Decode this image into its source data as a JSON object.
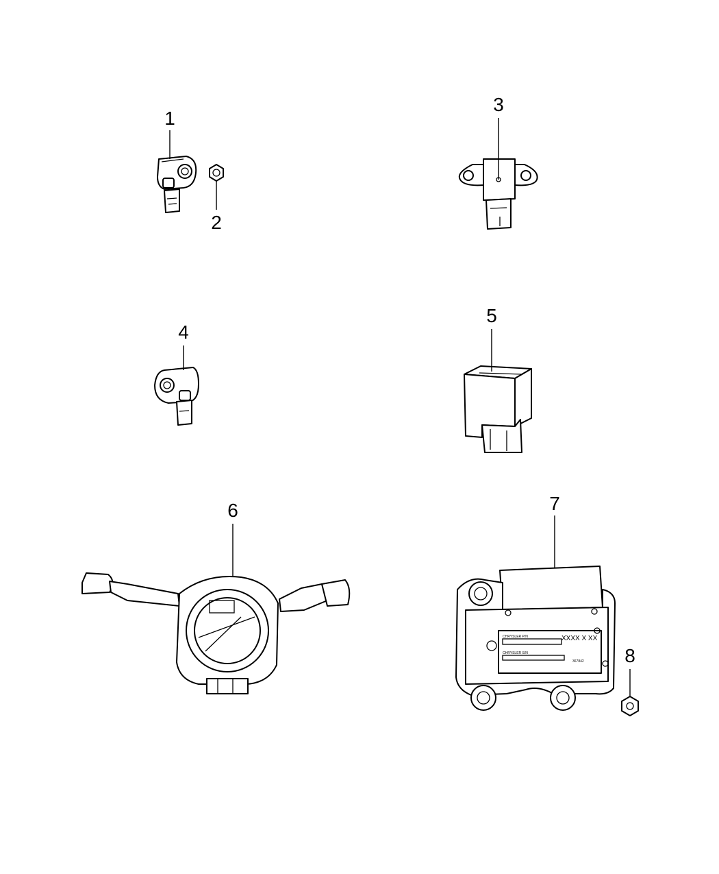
{
  "callouts": [
    {
      "id": 1,
      "text": "1"
    },
    {
      "id": 2,
      "text": "2"
    },
    {
      "id": 3,
      "text": "3"
    },
    {
      "id": 4,
      "text": "4"
    },
    {
      "id": 5,
      "text": "5"
    },
    {
      "id": 6,
      "text": "6"
    },
    {
      "id": 7,
      "text": "7"
    },
    {
      "id": 8,
      "text": "8"
    }
  ],
  "module_label": {
    "line1": "CHRYSLER P/N",
    "line2": "CHRYSLER S/N",
    "code": "XXXX X XX",
    "part_no": "367842"
  }
}
